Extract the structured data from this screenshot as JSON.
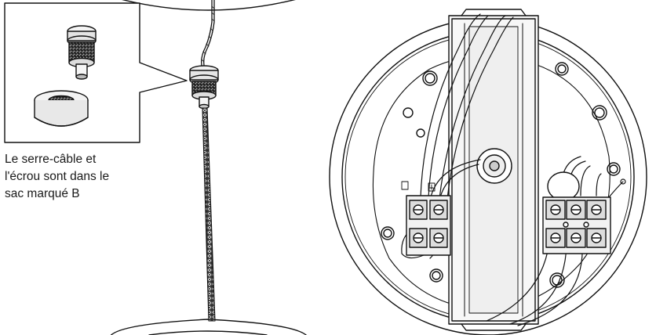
{
  "caption": {
    "lines": [
      "Le serre-câble et",
      "l'écrou sont dans le",
      "sac marqué B"
    ]
  },
  "colors": {
    "line": "#111111",
    "fill_light": "#f2f2f2",
    "fill_mid": "#d8d8d8",
    "fill_dark": "#9a9a9a"
  },
  "icons": {
    "cable_gland": "cable-gland-icon",
    "nut": "nut-icon",
    "terminal_block": "terminal-block-icon"
  }
}
